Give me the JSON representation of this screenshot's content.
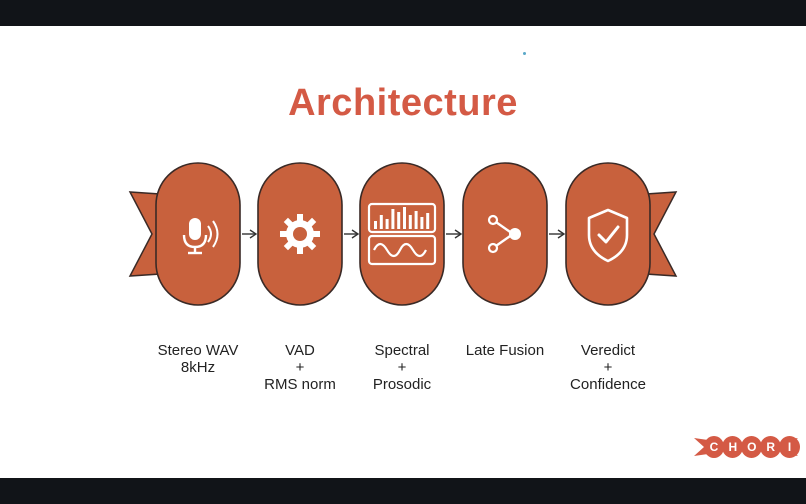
{
  "title": "Architecture",
  "colors": {
    "accent": "#d45a45",
    "stage_fill": "#c8613d",
    "stage_stroke": "#3a2a26",
    "icon": "#ffffff",
    "arrow": "#333333"
  },
  "stages": [
    {
      "icon": "microphone-icon",
      "lines": [
        "Stereo WAV",
        "8kHz"
      ]
    },
    {
      "icon": "gear-icon",
      "lines": [
        "VAD",
        "+",
        "RMS norm"
      ]
    },
    {
      "icon": "spectrum-waveform-icon",
      "lines": [
        "Spectral",
        "+",
        "Prosodic"
      ]
    },
    {
      "icon": "fusion-icon",
      "lines": [
        "Late Fusion"
      ]
    },
    {
      "icon": "shield-check-icon",
      "lines": [
        "Veredict",
        "+",
        "Confidence"
      ]
    }
  ],
  "logo": {
    "letters": [
      "C",
      "H",
      "O",
      "R",
      "I"
    ]
  }
}
